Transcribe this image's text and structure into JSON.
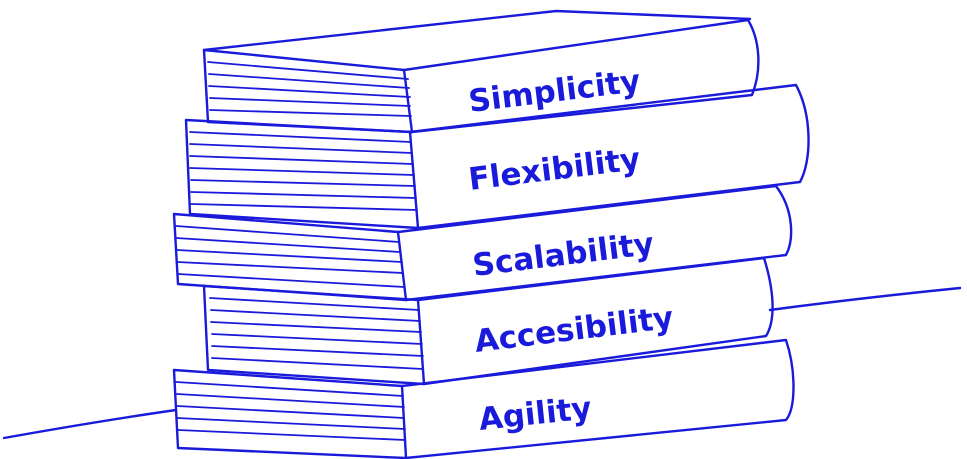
{
  "illustration": {
    "ink_color": "#1a1adb",
    "background_color": "#ffffff",
    "books": [
      {
        "label": "Simplicity"
      },
      {
        "label": "Flexibility"
      },
      {
        "label": "Scalability"
      },
      {
        "label": "Accesibility"
      },
      {
        "label": "Agility"
      }
    ]
  }
}
